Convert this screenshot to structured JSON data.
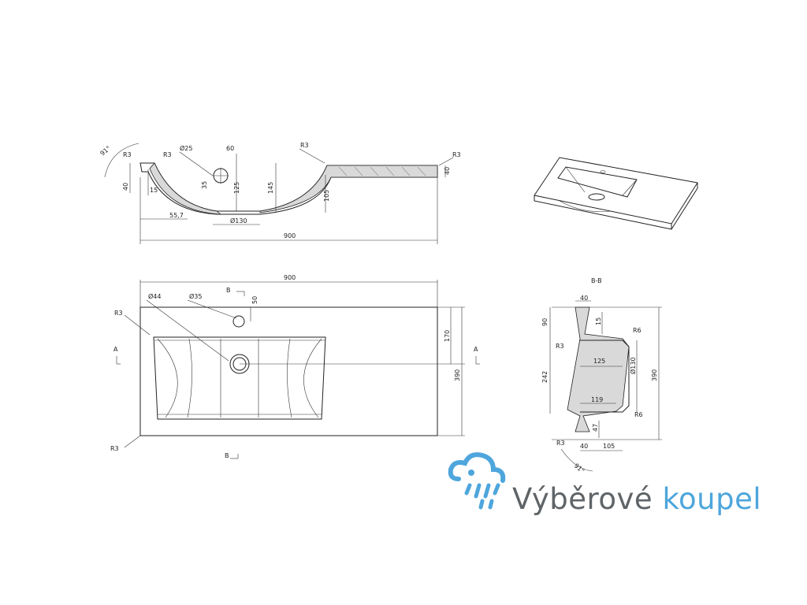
{
  "brand": {
    "word1": "Výběrové",
    "word2": "koupel",
    "color_primary": "#5f6468",
    "color_accent": "#4ea6dc",
    "logo_icon": "cloud-rain-shower-icon"
  },
  "side_view": {
    "angle": "91°",
    "r3_left": "R3",
    "r3_inner": "R3",
    "dia_25": "Ø25",
    "dim_60": "60",
    "r3_mid": "R3",
    "r3_right": "R3",
    "dim_40_left": "40",
    "dim_15": "15",
    "dim_35": "35",
    "dim_125": "125",
    "dim_145": "145",
    "dim_105": "105",
    "dim_40_right": "40",
    "dim_55_7": "55,7",
    "dia_130": "Ø130",
    "dim_900": "900"
  },
  "top_view": {
    "dim_900": "900",
    "section_b_top": "B",
    "dia_44": "Ø44",
    "dia_35": "Ø35",
    "dim_50": "50",
    "r3_top": "R3",
    "dim_170": "170",
    "dim_390": "390",
    "section_a_left": "A",
    "section_a_right": "A",
    "r3_bottom": "R3",
    "section_b_bottom": "B"
  },
  "section_view": {
    "title": "B-B",
    "dim_40_top": "40",
    "dim_90": "90",
    "dim_15": "15",
    "r6_top": "R6",
    "r3_left": "R3",
    "dim_125": "125",
    "dia_130": "Ø130",
    "dim_390": "390",
    "dim_242": "242",
    "dim_119": "119",
    "r6_bottom": "R6",
    "dim_47": "47",
    "r3_bottom": "R3",
    "dim_40_bottom": "40",
    "dim_105": "105",
    "angle": "91°"
  }
}
